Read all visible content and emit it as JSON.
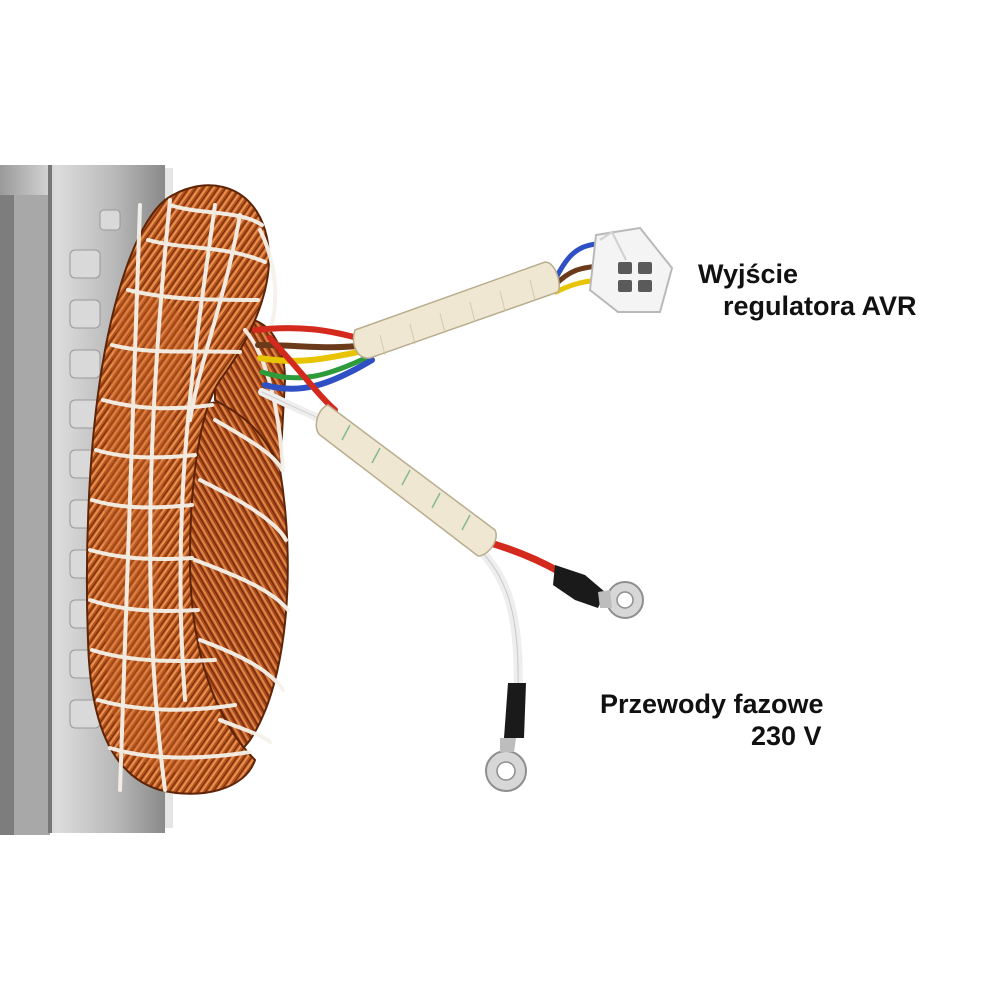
{
  "labels": {
    "avr_output_line1": "Wyjście",
    "avr_output_line2": "regulatora AVR",
    "phase_wires_line1": "Przewody fazowe",
    "phase_wires_line2": "230 V"
  },
  "colors": {
    "background": "#ffffff",
    "copper": "#b5531d",
    "copper_dark": "#7a3210",
    "copper_light": "#e08a45",
    "steel": "#c9c9c9",
    "steel_dark": "#8e8e8e",
    "sleeve": "#efe7d2",
    "wire_red": "#d42a1e",
    "wire_blue": "#2f4fc4",
    "wire_yellow": "#e8c400",
    "wire_brown": "#6b3a1a",
    "wire_green": "#2e9b3a",
    "wire_white": "#eeeeee",
    "terminal_black": "#1a1a1a",
    "text": "#111111"
  },
  "icons": {
    "connector": "avr-connector-icon",
    "ring_terminal": "ring-terminal-icon"
  }
}
